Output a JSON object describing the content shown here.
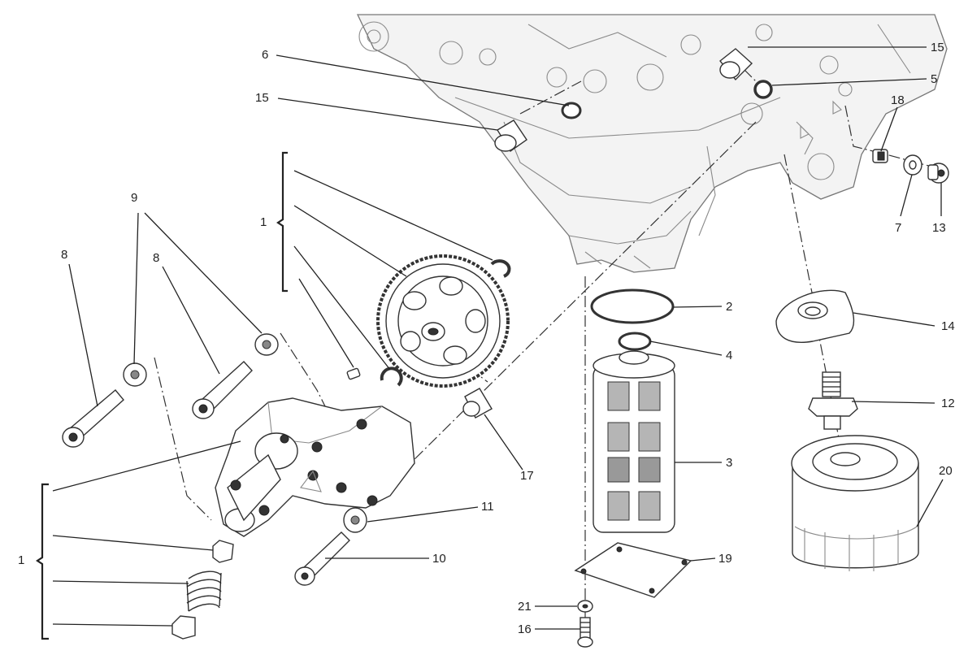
{
  "callouts": {
    "c1_top": "1",
    "c1_bottom": "1",
    "c2": "2",
    "c3": "3",
    "c4": "4",
    "c5": "5",
    "c6": "6",
    "c7": "7",
    "c8_left": "8",
    "c8_right": "8",
    "c9": "9",
    "c10": "10",
    "c11": "11",
    "c12": "12",
    "c13": "13",
    "c14": "14",
    "c15_left": "15",
    "c15_right": "15",
    "c16": "16",
    "c17": "17",
    "c18": "18",
    "c19": "19",
    "c20": "20",
    "c21": "21"
  }
}
